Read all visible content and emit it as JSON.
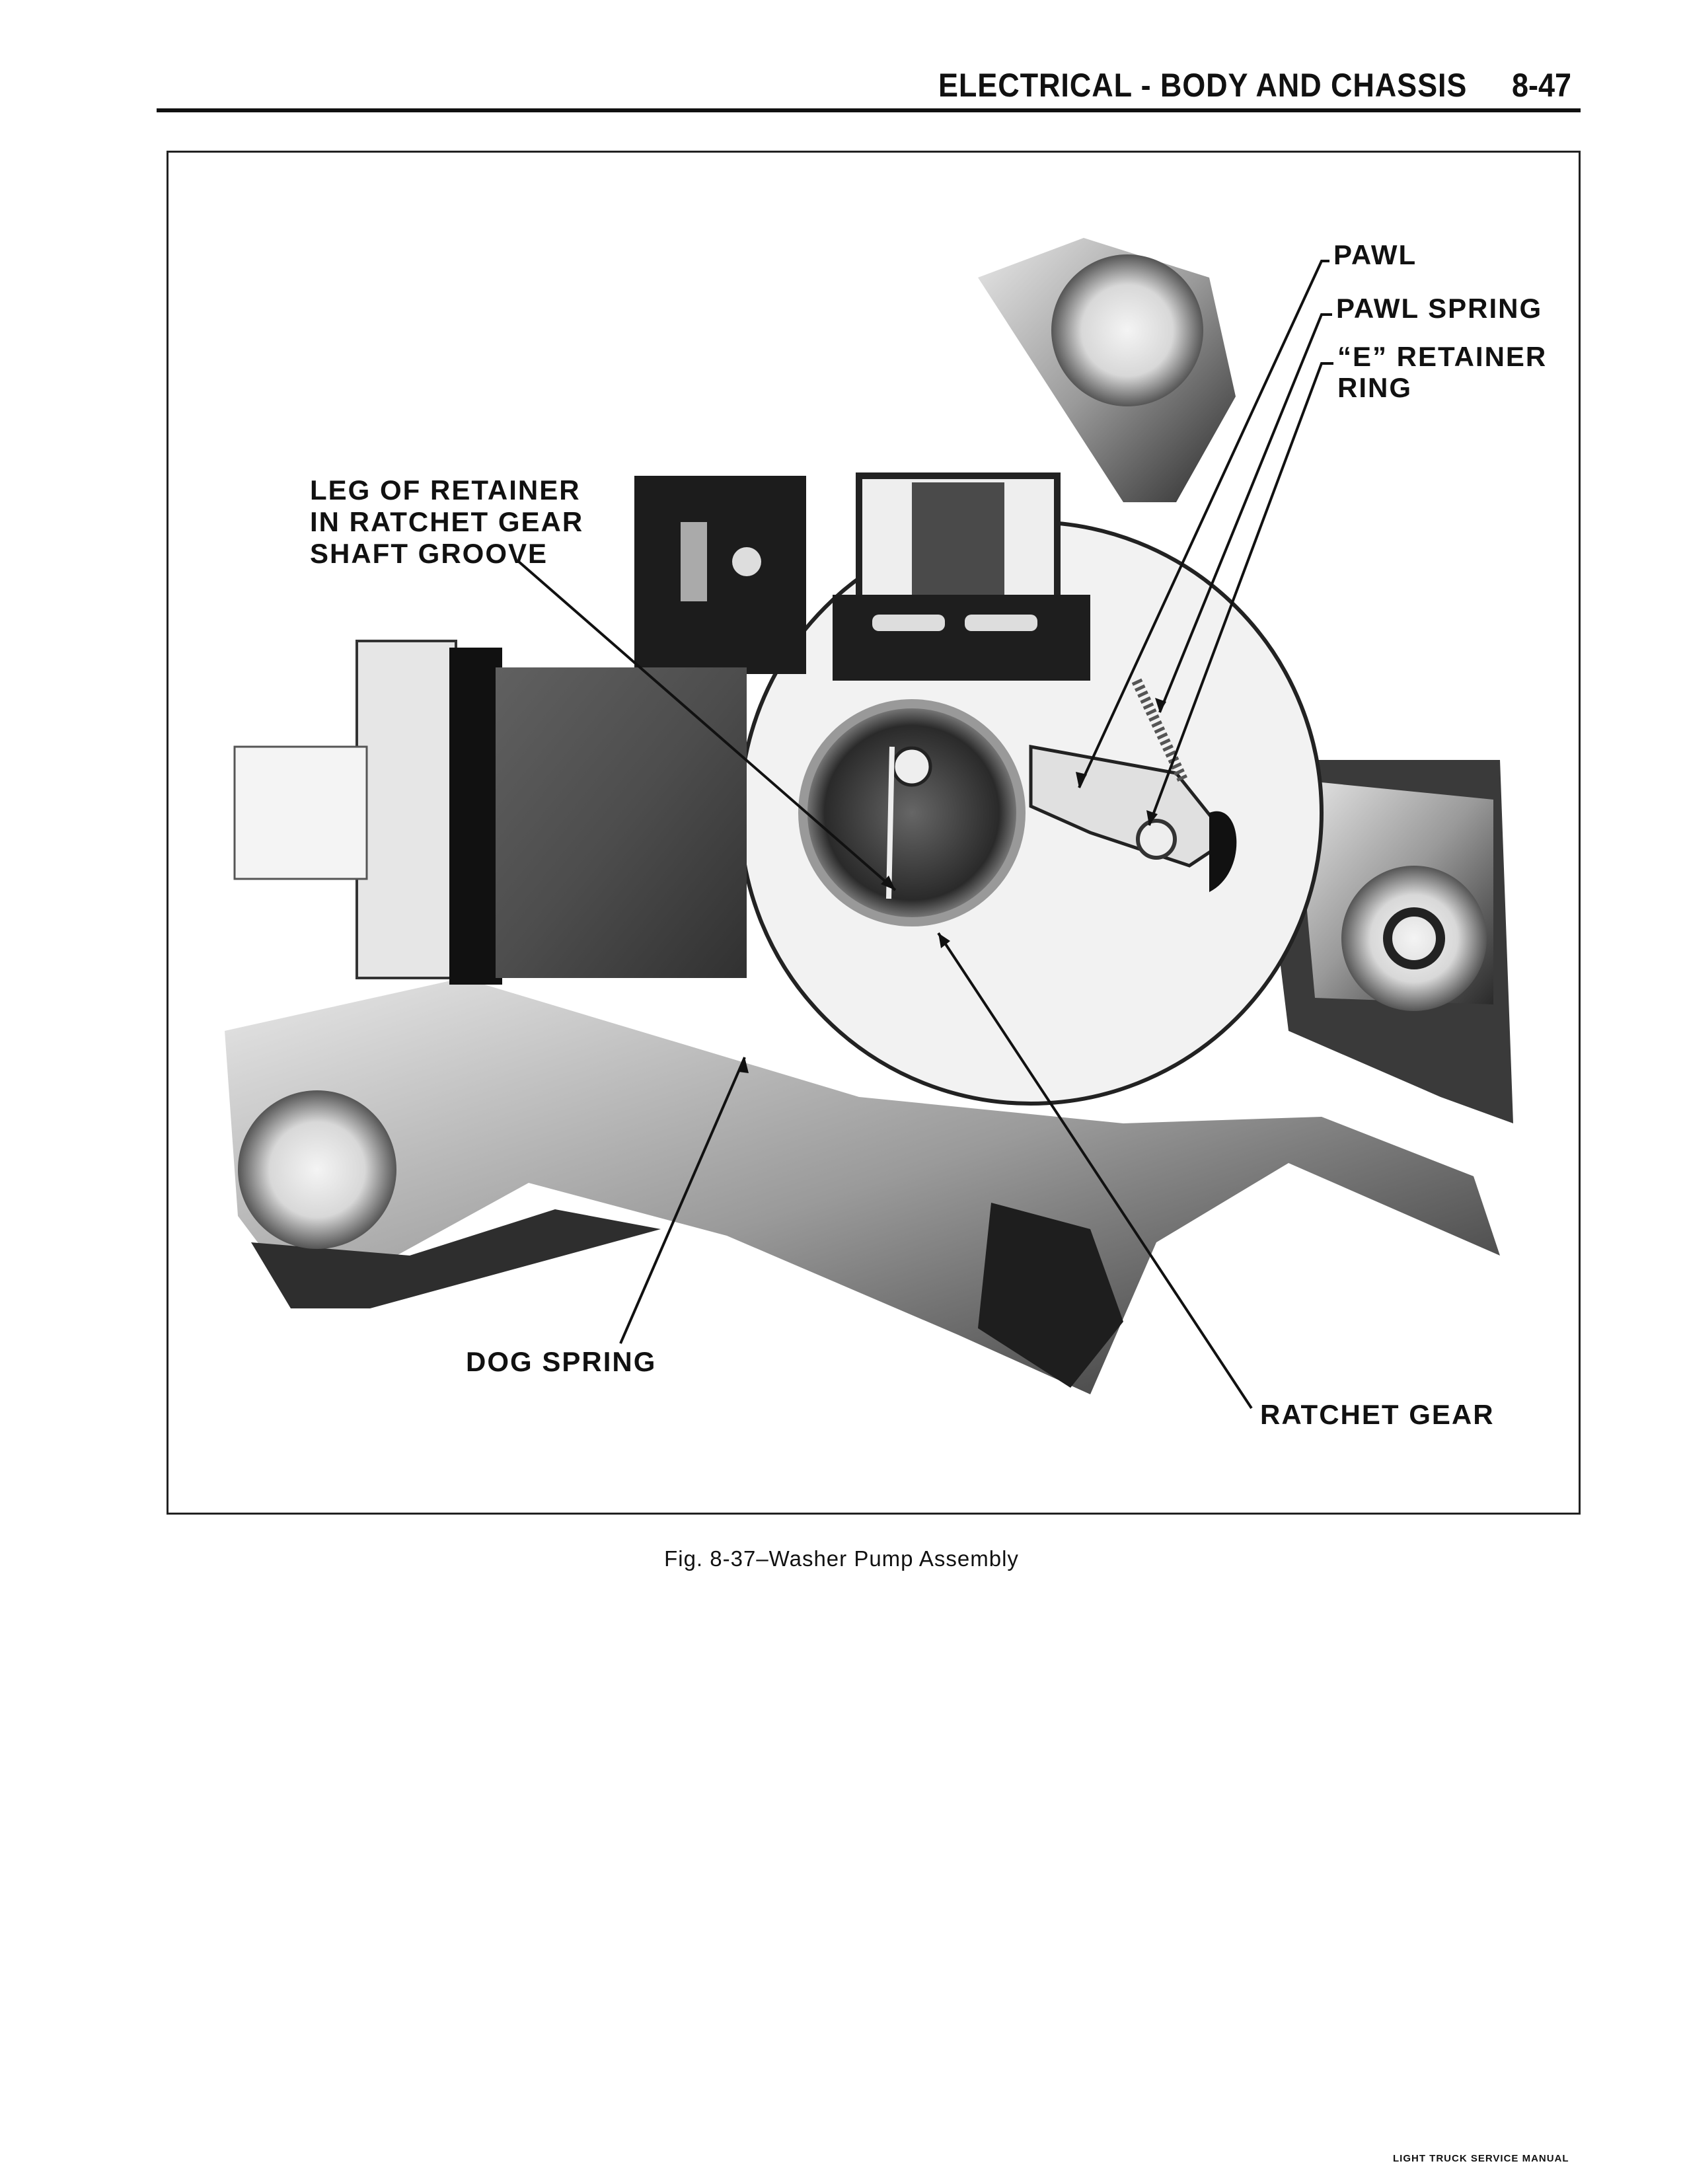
{
  "header": {
    "section_title": "ELECTRICAL - BODY AND CHASSIS",
    "page_number": "8-47"
  },
  "figure": {
    "labels": {
      "pawl": "PAWL",
      "pawl_spring": "PAWL SPRING",
      "e_retainer_ring_1": "“E” RETAINER",
      "e_retainer_ring_2": "RING",
      "leg_of_retainer_1": "LEG OF RETAINER",
      "leg_of_retainer_2": "IN RATCHET GEAR",
      "leg_of_retainer_3": "SHAFT GROOVE",
      "dog_spring": "DOG SPRING",
      "ratchet_gear": "RATCHET GEAR"
    },
    "caption": "Fig. 8-37–Washer Pump Assembly"
  },
  "footer": {
    "manual_title": "LIGHT TRUCK SERVICE MANUAL"
  }
}
